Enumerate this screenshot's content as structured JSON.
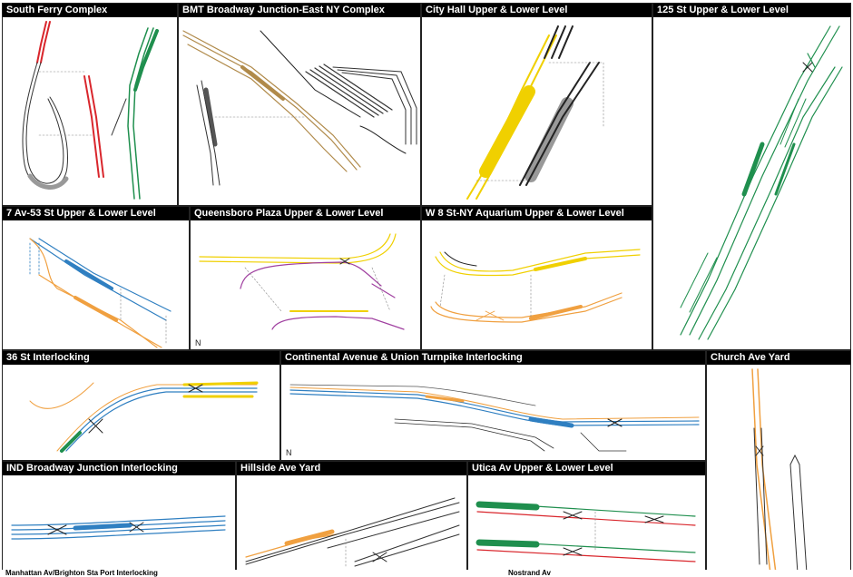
{
  "panels": [
    {
      "title": "South Ferry Complex"
    },
    {
      "title": "BMT Broadway Junction-East NY Complex"
    },
    {
      "title": "City Hall Upper & Lower Level"
    },
    {
      "title": "125 St Upper & Lower Level"
    },
    {
      "title": "7 Av-53 St Upper & Lower Level"
    },
    {
      "title": "Queensboro Plaza Upper & Lower Level"
    },
    {
      "title": "W 8 St-NY Aquarium Upper & Lower Level"
    },
    {
      "title": "36 St Interlocking"
    },
    {
      "title": "Continental Avenue & Union Turnpike Interlocking"
    },
    {
      "title": "Church Ave Yard"
    },
    {
      "title": "IND Broadway Junction Interlocking"
    },
    {
      "title": "Hillside Ave Yard"
    },
    {
      "title": "Utica Av Upper & Lower Level"
    }
  ],
  "north_label": "N",
  "colors": {
    "red": "#d9262c",
    "green": "#1f8f4e",
    "brown": "#b08a4a",
    "gray": "#555555",
    "yellow": "#f0d000",
    "blue": "#2f7fc1",
    "orange": "#f0a040",
    "purple": "#a040a0",
    "black": "#222222"
  },
  "bottom_strip": {
    "left": "Manhattan Av/Brighton Sta Port Interlocking",
    "right": "Nostrand Av"
  }
}
